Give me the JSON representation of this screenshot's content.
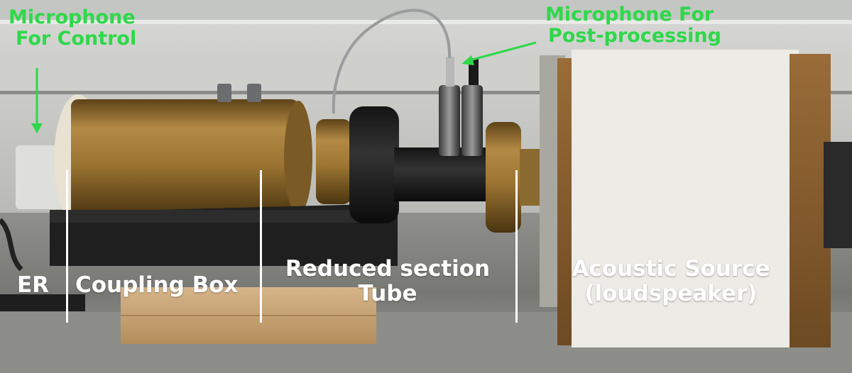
{
  "annotations": {
    "mic_control": {
      "line1": "Microphone",
      "line2": "For Control"
    },
    "mic_post": {
      "line1": "Microphone For",
      "line2": "Post-processing"
    },
    "section_labels": {
      "er": "ER",
      "coupling_box": "Coupling Box",
      "reduced_line1": "Reduced section",
      "reduced_line2": "Tube",
      "source_line1": "Acoustic Source",
      "source_line2": "(loudspeaker)"
    }
  },
  "colors": {
    "annotation_green": "#2ed84a",
    "section_label_white": "#ffffff",
    "brass": "#a07a3a",
    "panel_white": "#ecebe6"
  }
}
